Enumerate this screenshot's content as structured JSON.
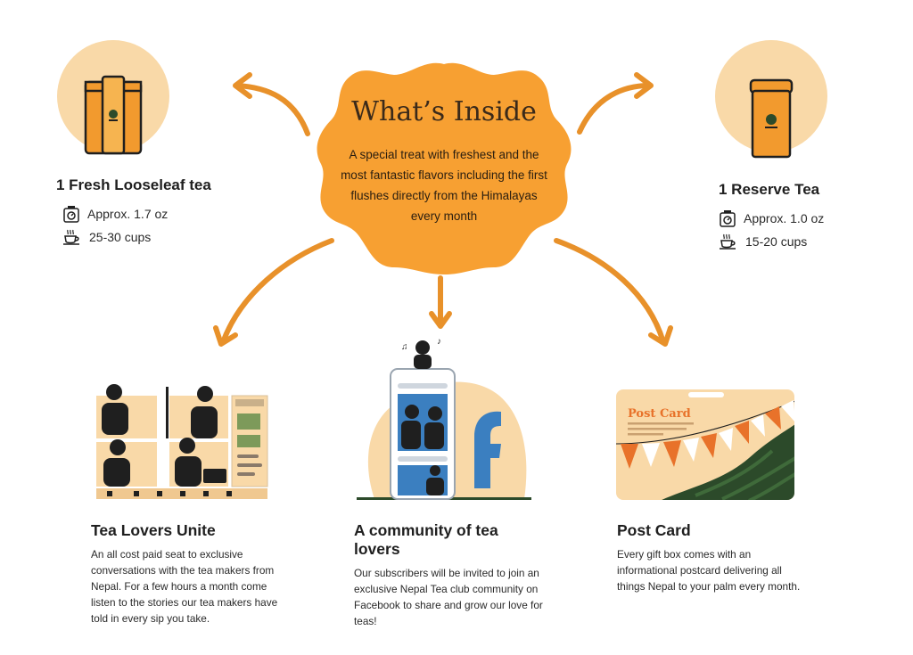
{
  "center": {
    "title": "What’s Inside",
    "description": "A special treat with freshest and the most fantastic flavors including the first flushes directly from the Himalayas every month"
  },
  "left_product": {
    "title": "1 Fresh Looseleaf tea",
    "weight": "Approx. 1.7 oz",
    "cups": "25-30 cups"
  },
  "right_product": {
    "title": "1 Reserve Tea",
    "weight": "Approx. 1.0 oz",
    "cups": "15-20 cups"
  },
  "cards": [
    {
      "title": "Tea Lovers Unite",
      "description": "An all cost paid seat to exclusive conversations with the tea makers from Nepal. For a few hours a month come listen to the stories our tea makers have told in every sip you take."
    },
    {
      "title": "A community of tea lovers",
      "description": "Our subscribers will be invited to join an exclusive Nepal Tea club community on Facebook to share and grow our love for teas!"
    },
    {
      "title": "Post Card",
      "description": "Every gift box comes with an informational postcard delivering all things Nepal to your palm every month."
    }
  ],
  "postcard": {
    "heading": "Post Card"
  },
  "colors": {
    "accent_orange": "#f7a032",
    "arrow_orange": "#e8912a",
    "peach": "#f9d9a8",
    "dark_green": "#2c4a2a",
    "facebook_blue": "#3b7fc0"
  }
}
